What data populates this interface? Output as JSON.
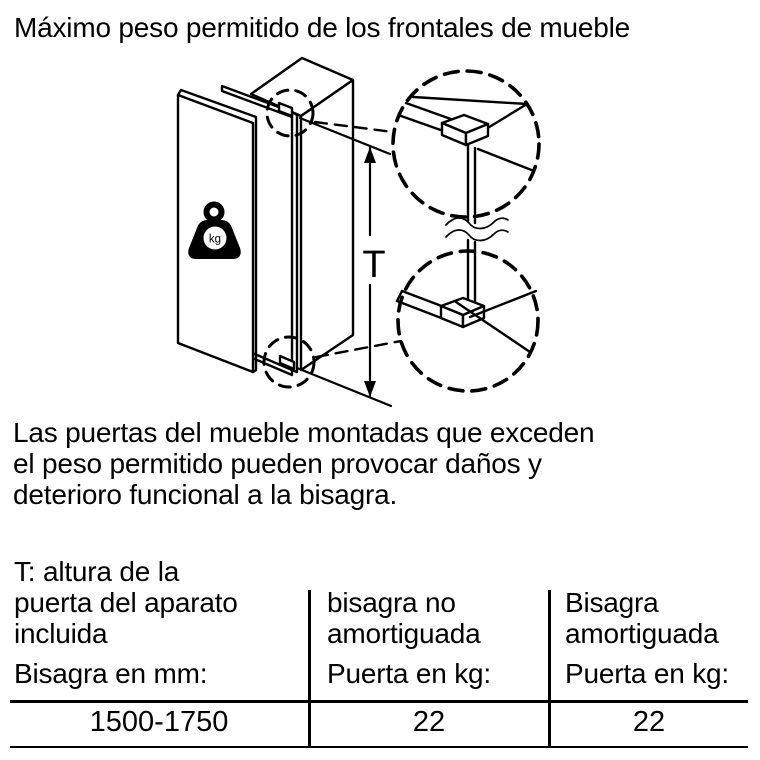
{
  "title": "Máximo peso permitido de los frontales de mueble",
  "figure": {
    "t_dimension_label": "T",
    "weight_unit_label": "kg"
  },
  "warning": {
    "lines": [
      "Las puertas del mueble montadas que exceden",
      "el peso permitido pueden provocar daños y",
      "deterioro funcional a la bisagra."
    ]
  },
  "table": {
    "col1": {
      "header_lines": [
        "T: altura de la",
        "puerta del aparato",
        "incluida"
      ],
      "unit_row": "Bisagra en mm:",
      "value": "1500-1750"
    },
    "col2": {
      "header_lines": [
        "bisagra no",
        "amortiguada"
      ],
      "unit_row": "Puerta en kg:",
      "value": "22"
    },
    "col3": {
      "header_lines": [
        "Bisagra",
        "amortiguada"
      ],
      "unit_row": "Puerta en kg:",
      "value": "22"
    }
  },
  "colors": {
    "ink": "#000000",
    "background": "#ffffff"
  }
}
